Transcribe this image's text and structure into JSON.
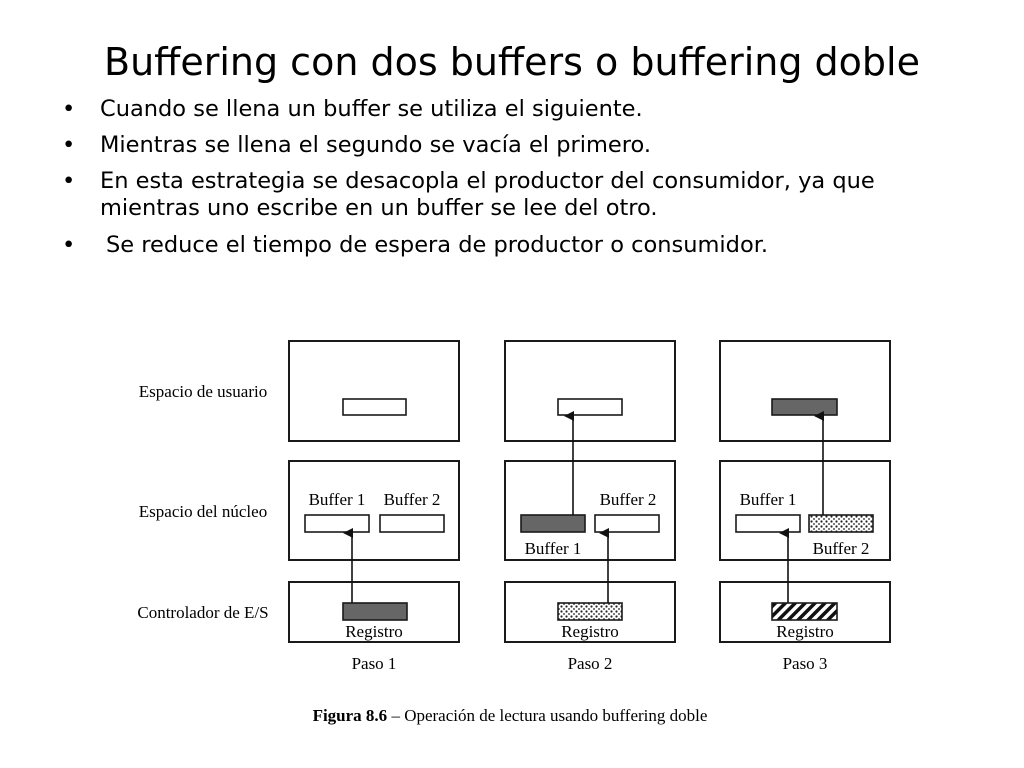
{
  "slide": {
    "title": "Buffering con dos buffers o buffering doble",
    "bullets": [
      "Cuando se llena un buffer se utiliza el siguiente.",
      "Mientras se llena el segundo se vacía el primero.",
      "En esta estrategia se desacopla el productor del consumidor, ya que mientras uno escribe en un buffer se lee del otro.",
      "Se reduce el tiempo de espera de productor o consumidor."
    ],
    "bullet_glyph": "•"
  },
  "diagram": {
    "row_labels": {
      "user": "Espacio de usuario",
      "kernel": "Espacio del núcleo",
      "controller": "Controlador de E/S"
    },
    "buffer1_label": "Buffer 1",
    "buffer2_label": "Buffer 2",
    "register_label": "Registro",
    "steps": [
      "Paso 1",
      "Paso 2",
      "Paso 3"
    ],
    "caption_bold": "Figura 8.6",
    "caption_rest": " – Operación de lectura usando buffering doble",
    "fill_legend": {
      "empty": "white",
      "dark": "dark-gray solid",
      "dots": "dotted pattern",
      "stripes": "diagonal stripes"
    }
  },
  "colors": {
    "text": "#000000",
    "background": "#ffffff",
    "dark_fill": "#666666",
    "stroke": "#1a1a1a"
  }
}
